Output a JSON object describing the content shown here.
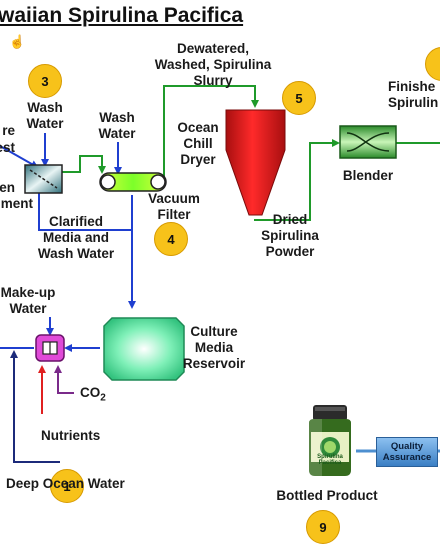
{
  "title": "waiian Spirulina Pacifica",
  "steps": {
    "step1": "1",
    "step3": "3",
    "step4": "4",
    "step5": "5",
    "step9": "9"
  },
  "labels": {
    "partial_top": "re",
    "partial_mid": "est",
    "partial_en": "en",
    "partial_ment": "ment",
    "wash_water_left": "Wash\nWater",
    "wash_water_right": "Wash\nWater",
    "dewatered_slurry": "Dewatered,\nWashed, Spirulina\nSlurry",
    "ocean_chill_dryer": "Ocean\nChill\nDryer",
    "vacuum_filter": "Vacuum\nFilter",
    "clarified": "Clarified\nMedia and\nWash Water",
    "dried_powder": "Dried\nSpirulina\nPowder",
    "blender": "Blender",
    "finished_partial": "Finishe\nSpirulin",
    "makeup_water": "Make-up\nWater",
    "culture_reservoir": "Culture\nMedia\nReservoir",
    "co2": "CO",
    "co2_sub": "2",
    "nutrients": "Nutrients",
    "deep_ocean_water": "Deep Ocean Water",
    "bottled_product": "Bottled Product",
    "quality_assurance": "Quality\nAssurance",
    "bottle_brand": "Spirulina",
    "bottle_sub": "Pacifica"
  },
  "colors": {
    "green_line": "#1f9a2a",
    "blue_line": "#1f3fd0",
    "navy_line": "#1c2a7a",
    "red_line": "#e02020",
    "purple_line": "#7a2a8a",
    "badge": "#f7c21a",
    "dryer_red": "#e4161b",
    "qa_blue": "#4d8fd0"
  },
  "icons": [
    "hand-cursor-icon"
  ]
}
